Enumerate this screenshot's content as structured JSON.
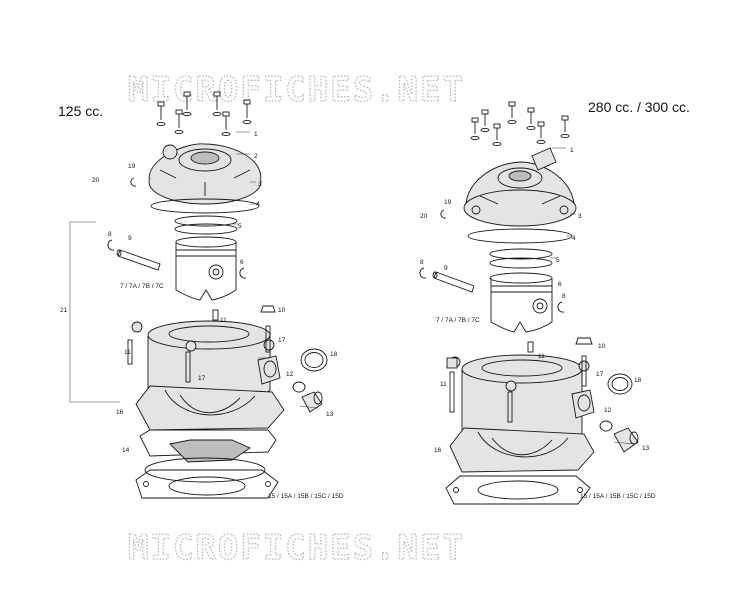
{
  "watermark": {
    "top": "MICROFICHES.NET",
    "bottom": "MICROFICHES.NET"
  },
  "left_assembly": {
    "title": "125 cc.",
    "labels": {
      "p1": "1",
      "p2": "2",
      "p3": "3",
      "p4": "4",
      "p5": "5",
      "p6": "6",
      "p7": "7 / 7A / 7B / 7C",
      "p8": "8",
      "p9": "9",
      "p10": "10",
      "p11a": "11",
      "p11b": "11",
      "p12": "12",
      "p13": "13",
      "p14": "14",
      "p15": "15 / 15A / 15B / 15C / 15D",
      "p16": "16",
      "p17a": "17",
      "p17b": "17",
      "p18": "18",
      "p19": "19",
      "p20": "20",
      "p21": "21"
    }
  },
  "right_assembly": {
    "title": "280 cc. / 300 cc.",
    "labels": {
      "p1": "1",
      "p3": "3",
      "p4": "4",
      "p5": "5",
      "p6": "6",
      "p7": "7 / 7A / 7B / 7C",
      "p8a": "8",
      "p8b": "8",
      "p9": "9",
      "p10": "10",
      "p11a": "11",
      "p11b": "11",
      "p12": "12",
      "p13": "13",
      "p15": "15 / 15A / 15B / 15C / 15D",
      "p16": "16",
      "p17": "17",
      "p18": "18",
      "p19": "19",
      "p20": "20"
    }
  }
}
